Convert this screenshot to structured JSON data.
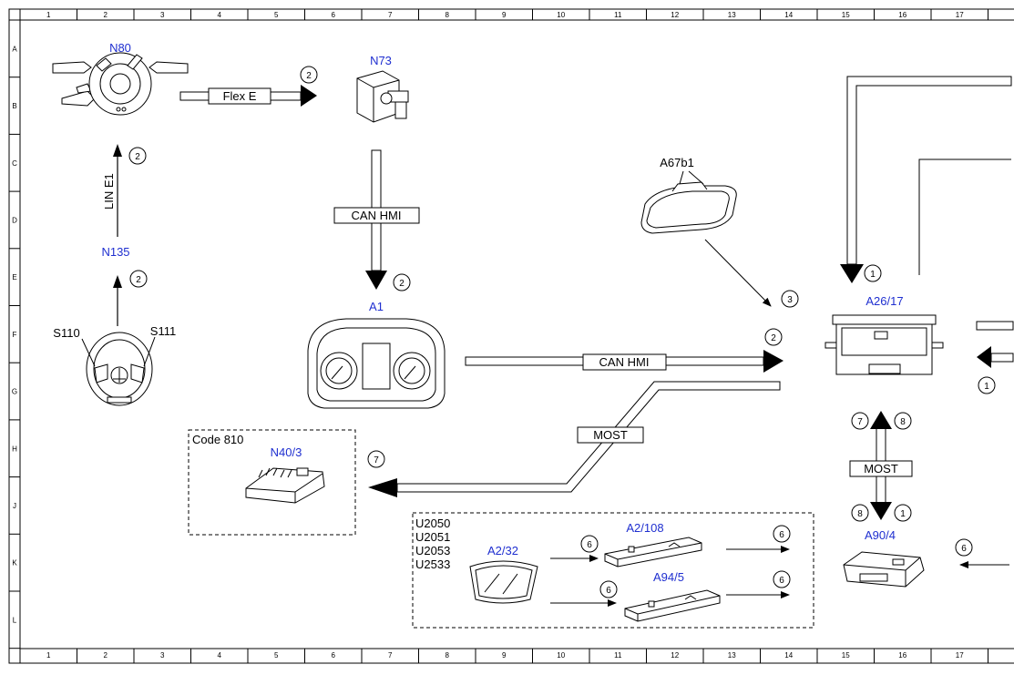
{
  "grid": {
    "columns": [
      "1",
      "2",
      "3",
      "4",
      "5",
      "6",
      "7",
      "8",
      "9",
      "10",
      "11",
      "12",
      "13",
      "14",
      "15",
      "16",
      "17"
    ],
    "rows": [
      "A",
      "B",
      "C",
      "D",
      "E",
      "F",
      "G",
      "H",
      "J",
      "K",
      "L"
    ]
  },
  "components": {
    "n80": "N80",
    "n73": "N73",
    "n135": "N135",
    "s110": "S110",
    "s111": "S111",
    "a1": "A1",
    "a67b1": "A67b1",
    "a26_17": "A26/17",
    "n40_3": "N40/3",
    "a2_32": "A2/32",
    "a2_108": "A2/108",
    "a94_5": "A94/5",
    "a90_4": "A90/4"
  },
  "bus_labels": {
    "flex_e": "Flex E",
    "lin_e1": "LIN E1",
    "can_hmi_vertical": "CAN HMI",
    "can_hmi_horizontal": "CAN HMI",
    "most_left": "MOST",
    "most_right": "MOST"
  },
  "code_label": "Code 810",
  "codes_list": [
    "U2050",
    "U2051",
    "U2053",
    "U2533"
  ],
  "markers": {
    "flex_e": "2",
    "lin_e1": "2",
    "n135_up": "2",
    "can_hmi_down": "2",
    "a67b1_arrow": "3",
    "can_hmi_right": "2",
    "a26_top": "1",
    "a26_left": "1",
    "most_up_left": "7",
    "most_up_right": "8",
    "most_down_left": "8",
    "most_down_right": "1",
    "n40_arrow": "7",
    "a2_32_to_a2_108": "6",
    "a2_108_out": "6",
    "a2_32_to_a94_5": "6",
    "a94_5_out": "6",
    "a90_in": "6"
  }
}
